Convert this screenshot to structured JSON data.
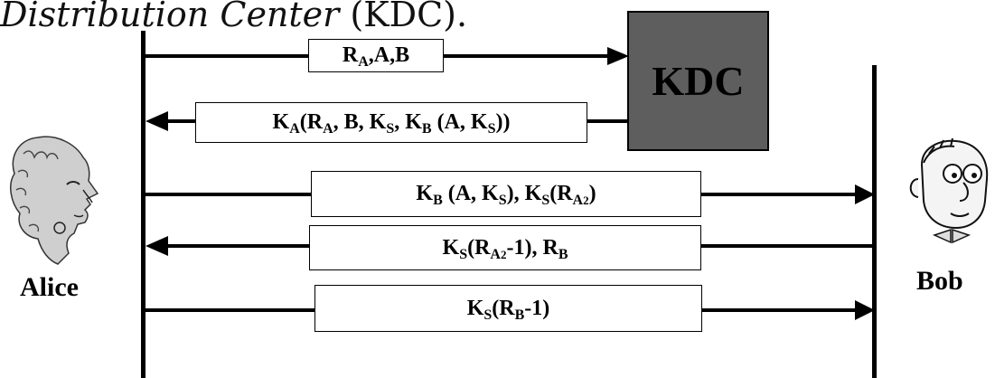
{
  "caption": {
    "italic_part": "Distribution Center",
    "rest": " (KDC)."
  },
  "participants": {
    "alice_label": "Alice",
    "bob_label": "Bob",
    "kdc_label": "KDC"
  },
  "messages": [
    {
      "id": "m1",
      "direction": "alice-to-kdc",
      "segments": [
        {
          "t": "R"
        },
        {
          "sub": "A"
        },
        {
          "t": ",A,B"
        }
      ]
    },
    {
      "id": "m2",
      "direction": "kdc-to-alice",
      "segments": [
        {
          "t": "K"
        },
        {
          "sub": "A"
        },
        {
          "t": "(R"
        },
        {
          "sub": "A"
        },
        {
          "t": ", B, K"
        },
        {
          "sub": "S"
        },
        {
          "t": ", K"
        },
        {
          "sub": "B"
        },
        {
          "t": " (A, K"
        },
        {
          "sub": "S"
        },
        {
          "t": "))"
        }
      ]
    },
    {
      "id": "m3",
      "direction": "alice-to-bob",
      "segments": [
        {
          "t": "K"
        },
        {
          "sub": "B"
        },
        {
          "t": " (A, K"
        },
        {
          "sub": "S"
        },
        {
          "t": "), K"
        },
        {
          "sub": "S"
        },
        {
          "t": "(R"
        },
        {
          "sub": "A2"
        },
        {
          "t": ")"
        }
      ]
    },
    {
      "id": "m4",
      "direction": "bob-to-alice",
      "segments": [
        {
          "t": "K"
        },
        {
          "sub": "S"
        },
        {
          "t": "(R"
        },
        {
          "sub": "A2"
        },
        {
          "t": "-1), R"
        },
        {
          "sub": "B"
        }
      ]
    },
    {
      "id": "m5",
      "direction": "alice-to-bob",
      "segments": [
        {
          "t": "K"
        },
        {
          "sub": "S"
        },
        {
          "t": "(R"
        },
        {
          "sub": "B"
        },
        {
          "t": "-1)"
        }
      ]
    }
  ]
}
